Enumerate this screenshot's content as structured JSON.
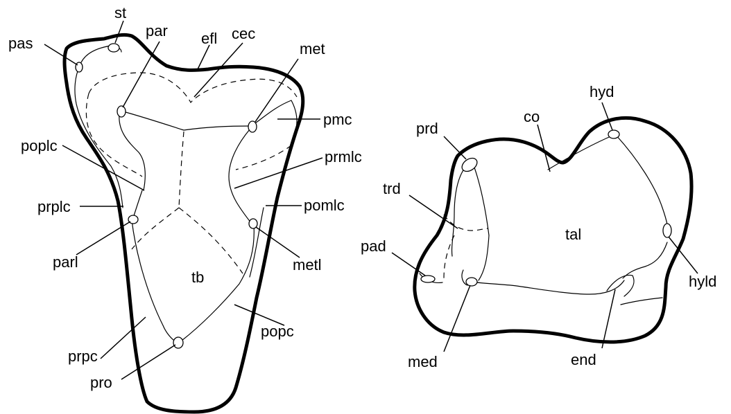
{
  "upper_tooth": {
    "labels": {
      "st": "st",
      "pas": "pas",
      "par": "par",
      "efl": "efl",
      "cec": "cec",
      "met": "met",
      "pmc": "pmc",
      "poplc": "poplc",
      "prmlc": "prmlc",
      "prplc": "prplc",
      "pomlc": "pomlc",
      "parl": "parl",
      "metl": "metl",
      "tb": "tb",
      "prpc": "prpc",
      "popc": "popc",
      "pro": "pro"
    }
  },
  "lower_tooth": {
    "labels": {
      "hyd": "hyd",
      "co": "co",
      "prd": "prd",
      "trd": "trd",
      "tal": "tal",
      "pad": "pad",
      "hyld": "hyld",
      "med": "med",
      "end": "end"
    }
  }
}
